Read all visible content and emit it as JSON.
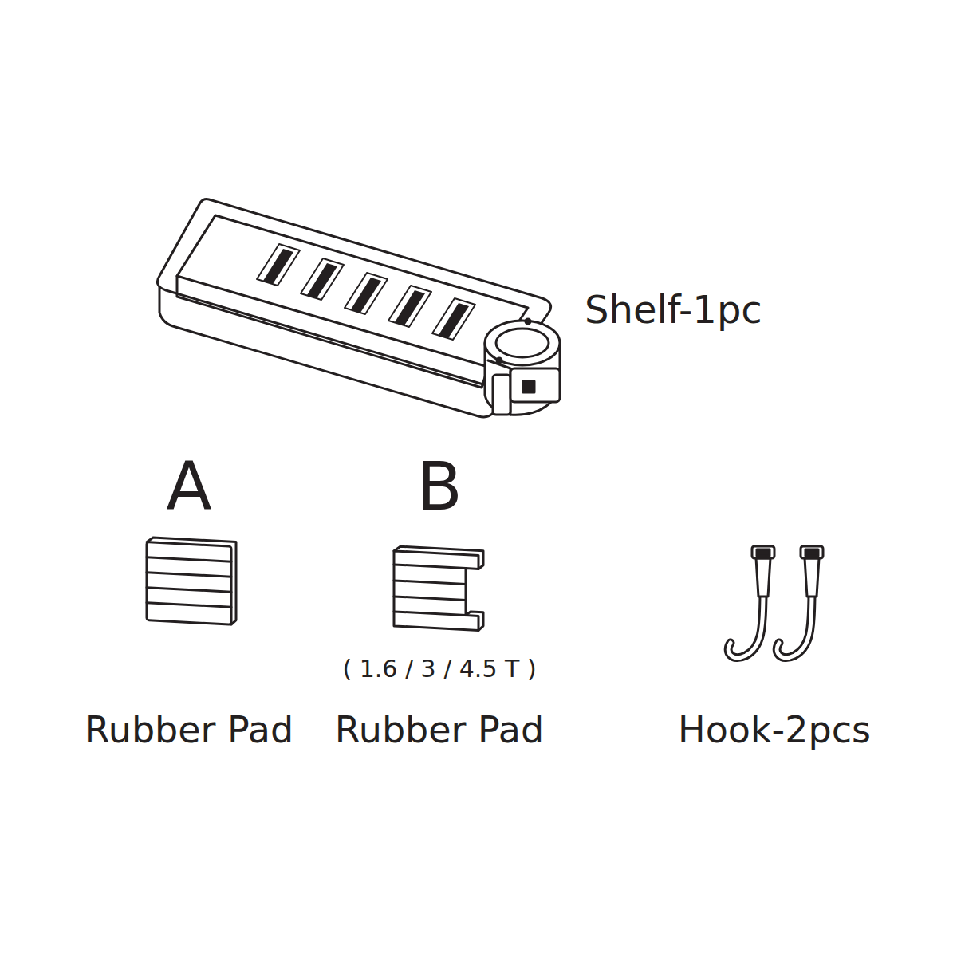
{
  "diagram": {
    "labels": [
      "Shelf-1pc",
      "A",
      "B",
      "( 1.6 / 3 / 4.5 T )",
      "Rubber Pad",
      "Rubber Pad",
      "Hook-2pcs"
    ]
  }
}
